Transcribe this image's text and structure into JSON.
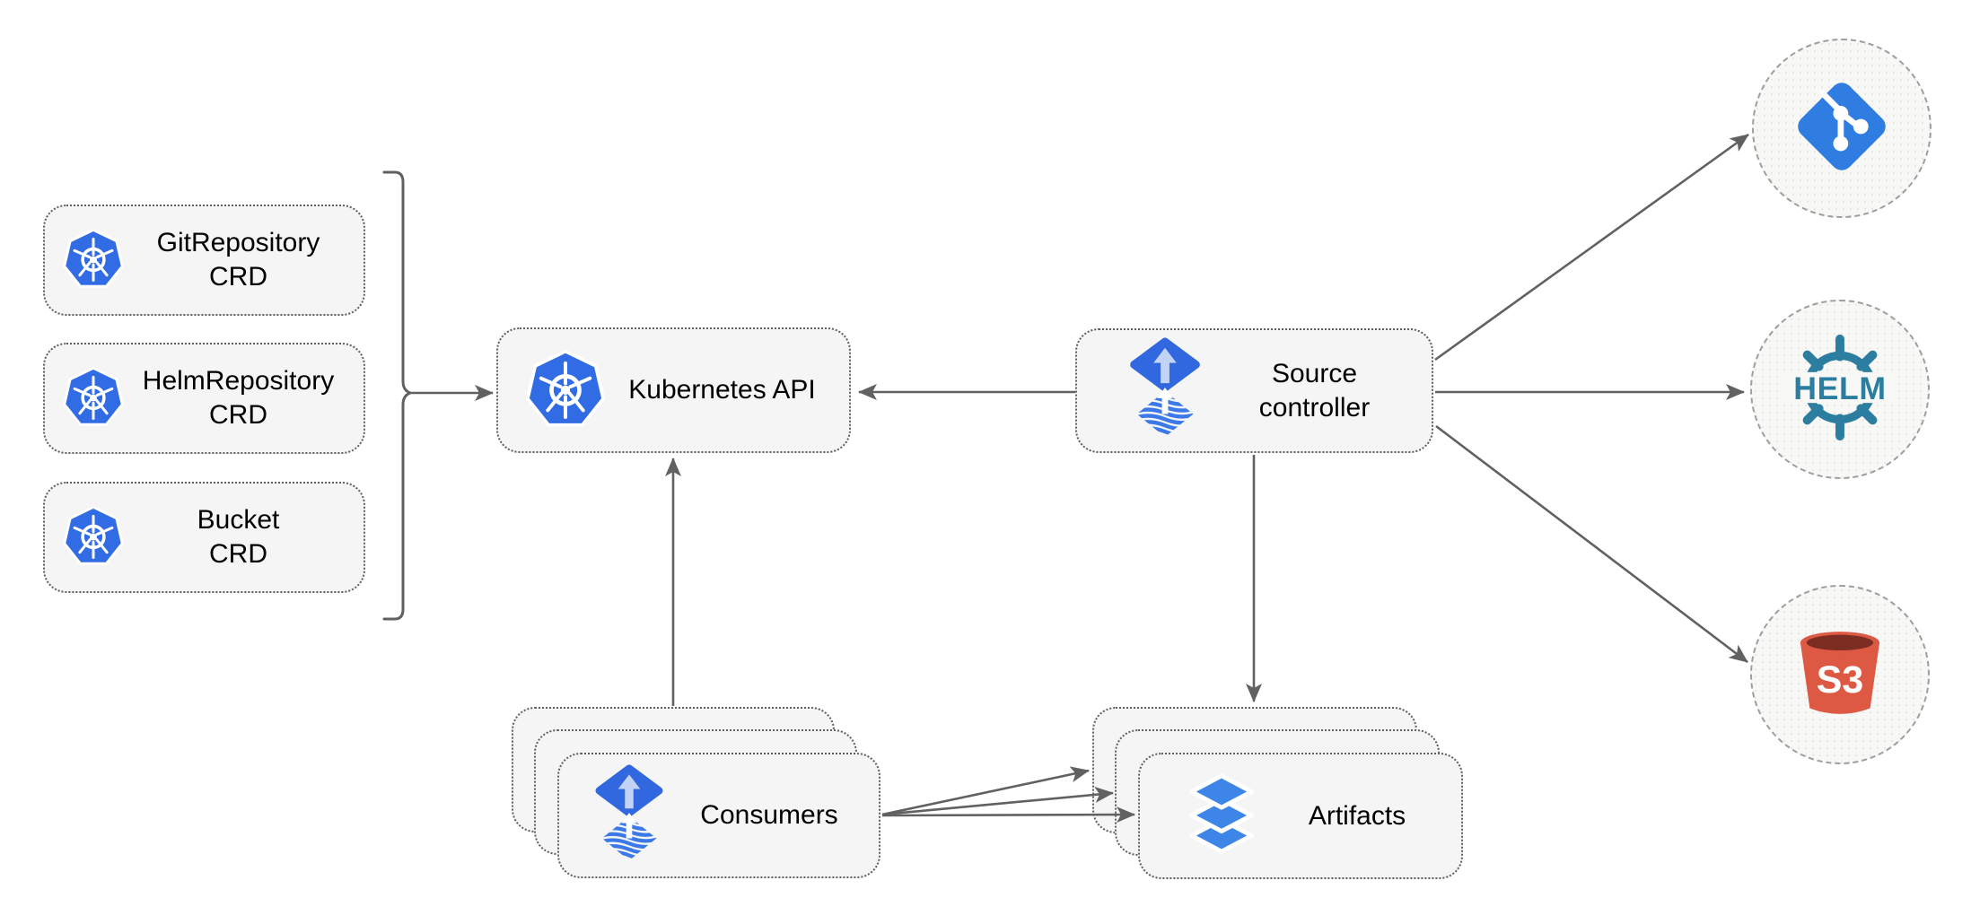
{
  "diagram": {
    "title": "flux-source-controller-architecture",
    "crd_boxes": [
      {
        "id": "gitrepository-crd",
        "label_line1": "GitRepository",
        "label_line2": "CRD",
        "icon": "kubernetes-icon"
      },
      {
        "id": "helmrepository-crd",
        "label_line1": "HelmRepository",
        "label_line2": "CRD",
        "icon": "kubernetes-icon"
      },
      {
        "id": "bucket-crd",
        "label_line1": "Bucket",
        "label_line2": "CRD",
        "icon": "kubernetes-icon"
      }
    ],
    "kubernetes_api": {
      "label": "Kubernetes API",
      "icon": "kubernetes-icon"
    },
    "source_controller": {
      "label_line1": "Source",
      "label_line2": "controller",
      "icon": "flux-icon"
    },
    "consumers": {
      "label": "Consumers",
      "icon": "flux-icon",
      "stacked": 3
    },
    "artifacts": {
      "label": "Artifacts",
      "icon": "layers-icon",
      "stacked": 3
    },
    "sources": [
      {
        "id": "git",
        "icon": "git-icon",
        "text": ""
      },
      {
        "id": "helm",
        "icon": "helm-icon",
        "text": "HELM"
      },
      {
        "id": "s3",
        "icon": "s3-bucket-icon",
        "text": "S3"
      }
    ],
    "edges": [
      "crd-bracket -> kubernetes-api",
      "source-controller -> kubernetes-api",
      "source-controller -> git",
      "source-controller -> helm",
      "source-controller -> s3",
      "source-controller -> artifacts",
      "consumers -> kubernetes-api",
      "consumers -> artifacts (x3)"
    ],
    "colors": {
      "background": "#FFFFFF",
      "node_fill": "#F5F5F5",
      "node_border": "#5F5F5F",
      "circle_fill": "#F8F8F6",
      "circle_border": "#9E9E9E",
      "arrow_gray": "#616161",
      "kubernetes_blue": "#326CE5",
      "flux_blue": "#3168DF",
      "flux_arrow_light": "#C2D3F6",
      "flux_wave_blue": "#3B79E8",
      "git_blue": "#2F7DE1",
      "helm_teal": "#2C7EA1",
      "s3_red": "#DD5944",
      "s3_dark_red": "#7B2D21",
      "layers_blue": "#3D86E8",
      "text": "#000000"
    }
  }
}
